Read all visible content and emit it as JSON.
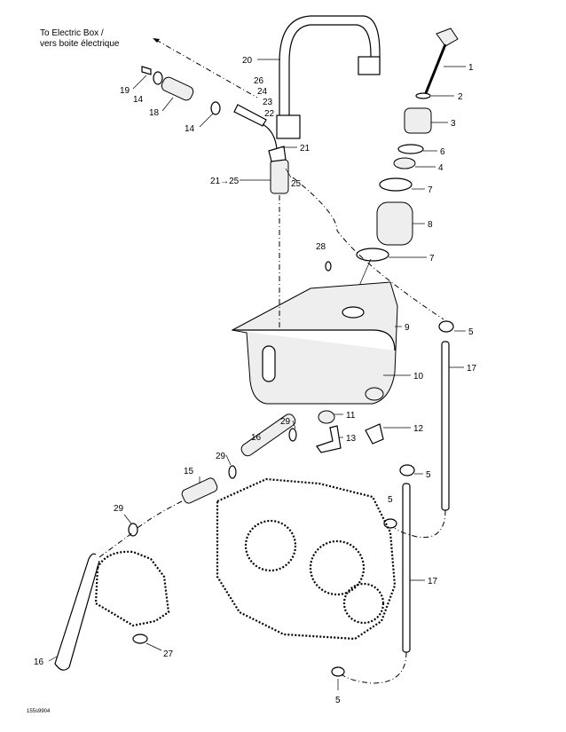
{
  "note": {
    "line1": "To Electric Box /",
    "line2": "vers boite électrique"
  },
  "drawing_code": "155s9904",
  "callouts": [
    "1",
    "2",
    "3",
    "6",
    "4",
    "7",
    "8",
    "7",
    "9",
    "5",
    "10",
    "11",
    "12",
    "13",
    "17",
    "5",
    "5",
    "17",
    "5",
    "20",
    "26",
    "24",
    "23",
    "22",
    "21",
    "21→25",
    "25",
    "19",
    "14",
    "18",
    "14",
    "28",
    "29",
    "16",
    "29",
    "15",
    "29",
    "27",
    "16"
  ]
}
